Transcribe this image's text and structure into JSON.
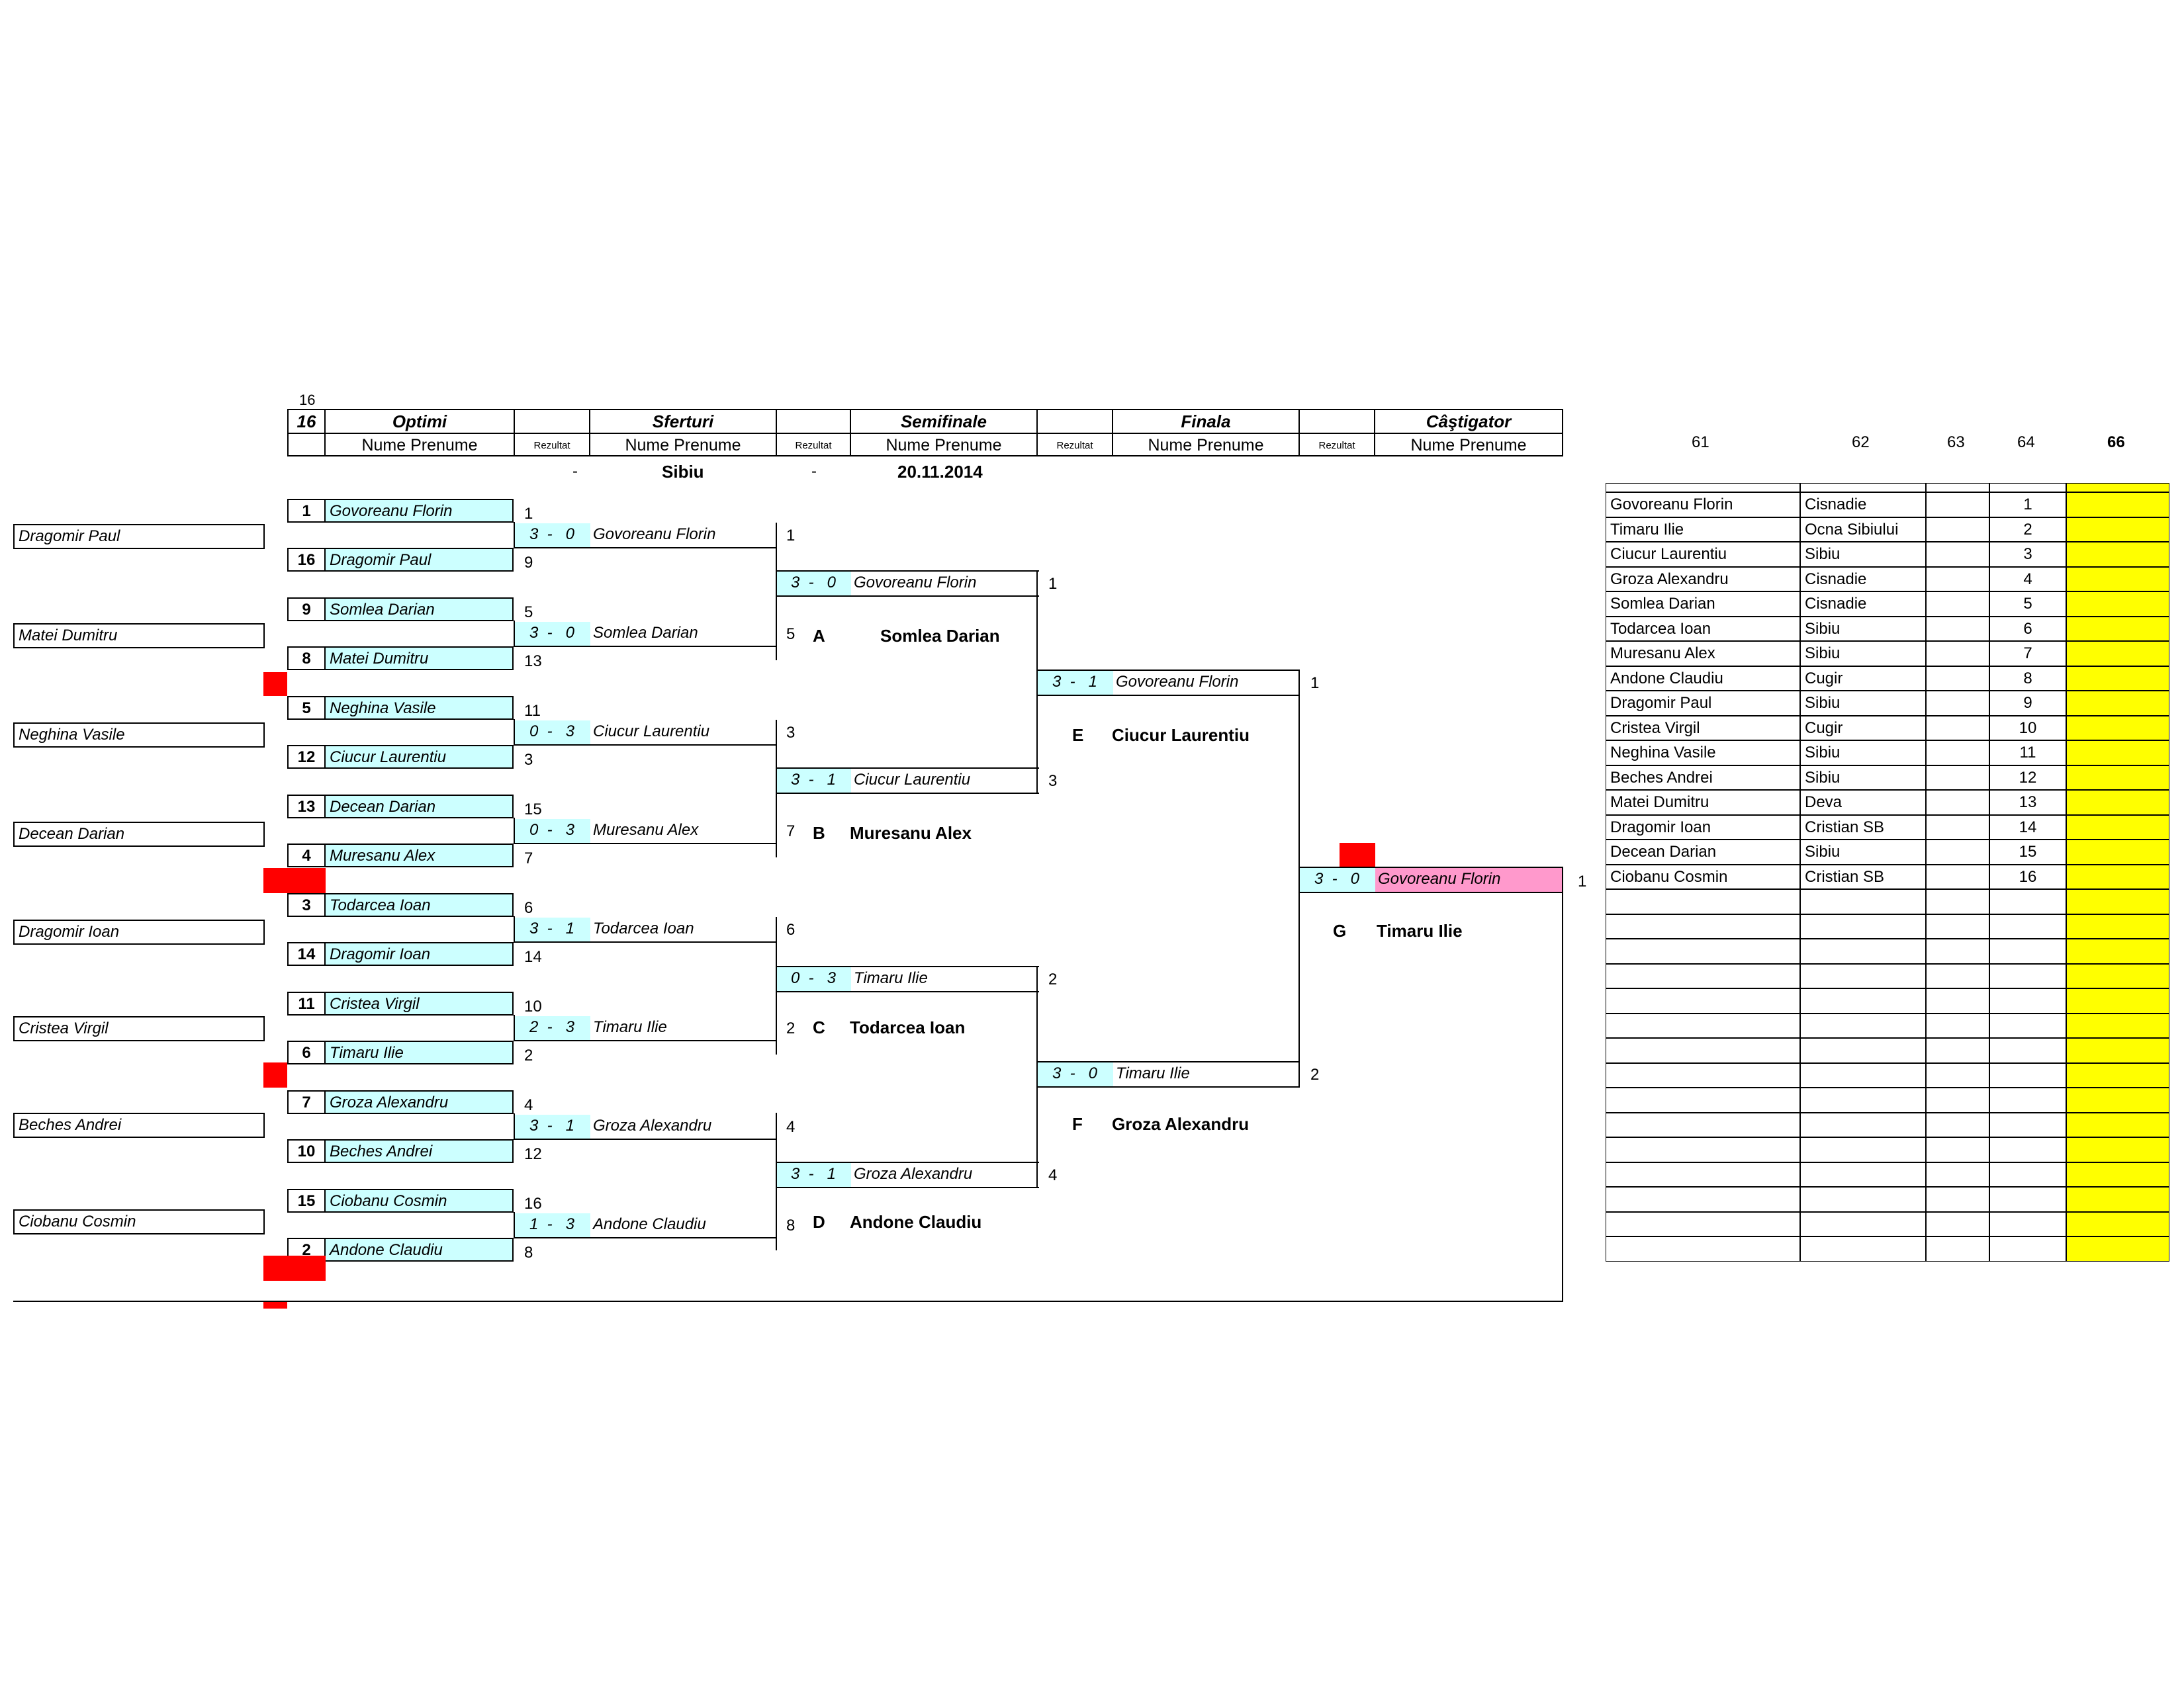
{
  "header": {
    "top_count": "16",
    "col_count": "16",
    "rounds": [
      "Optimi",
      "Sferturi",
      "Semifinale",
      "Finala",
      "Câştigator"
    ],
    "name_label": "Nume Prenume",
    "result_label": "Rezultat",
    "dash1": "-",
    "location": "Sibiu",
    "dash2": "-",
    "date": "20.11.2014"
  },
  "left_names": [
    "Dragomir Paul",
    "Matei Dumitru",
    "Neghina Vasile",
    "Decean Darian",
    "Dragomir Ioan",
    "Cristea Virgil",
    "Beches Andrei",
    "Ciobanu Cosmin"
  ],
  "round1": [
    {
      "seed": "1",
      "name": "Govoreanu Florin",
      "num": "1"
    },
    {
      "seed": "16",
      "name": "Dragomir Paul",
      "num": "9"
    },
    {
      "seed": "9",
      "name": "Somlea Darian",
      "num": "5"
    },
    {
      "seed": "8",
      "name": "Matei Dumitru",
      "num": "13"
    },
    {
      "seed": "5",
      "name": "Neghina Vasile",
      "num": "11"
    },
    {
      "seed": "12",
      "name": "Ciucur Laurentiu",
      "num": "3"
    },
    {
      "seed": "13",
      "name": "Decean Darian",
      "num": "15"
    },
    {
      "seed": "4",
      "name": "Muresanu Alex",
      "num": "7"
    },
    {
      "seed": "3",
      "name": "Todarcea Ioan",
      "num": "6"
    },
    {
      "seed": "14",
      "name": "Dragomir Ioan",
      "num": "14"
    },
    {
      "seed": "11",
      "name": "Cristea Virgil",
      "num": "10"
    },
    {
      "seed": "6",
      "name": "Timaru Ilie",
      "num": "2"
    },
    {
      "seed": "7",
      "name": "Groza Alexandru",
      "num": "4"
    },
    {
      "seed": "10",
      "name": "Beches Andrei",
      "num": "12"
    },
    {
      "seed": "15",
      "name": "Ciobanu Cosmin",
      "num": "16"
    },
    {
      "seed": "2",
      "name": "Andone Claudiu",
      "num": "8"
    }
  ],
  "round2": [
    {
      "s1": "3",
      "s2": "0",
      "name": "Govoreanu Florin",
      "num": "1"
    },
    {
      "s1": "3",
      "s2": "0",
      "name": "Somlea Darian",
      "num": "5"
    },
    {
      "s1": "0",
      "s2": "3",
      "name": "Ciucur Laurentiu",
      "num": "3"
    },
    {
      "s1": "0",
      "s2": "3",
      "name": "Muresanu Alex",
      "num": "7"
    },
    {
      "s1": "3",
      "s2": "1",
      "name": "Todarcea Ioan",
      "num": "6"
    },
    {
      "s1": "2",
      "s2": "3",
      "name": "Timaru Ilie",
      "num": "2"
    },
    {
      "s1": "3",
      "s2": "1",
      "name": "Groza Alexandru",
      "num": "4"
    },
    {
      "s1": "1",
      "s2": "3",
      "name": "Andone Claudiu",
      "num": "8"
    }
  ],
  "round3": [
    {
      "s1": "3",
      "s2": "0",
      "name": "Govoreanu Florin",
      "num": "1"
    },
    {
      "s1": "3",
      "s2": "1",
      "name": "Ciucur Laurentiu",
      "num": "3"
    },
    {
      "s1": "0",
      "s2": "3",
      "name": "Timaru Ilie",
      "num": "2"
    },
    {
      "s1": "3",
      "s2": "1",
      "name": "Groza Alexandru",
      "num": "4"
    }
  ],
  "round4": [
    {
      "s1": "3",
      "s2": "1",
      "name": "Govoreanu Florin",
      "num": "1"
    },
    {
      "s1": "3",
      "s2": "0",
      "name": "Timaru Ilie",
      "num": "2"
    }
  ],
  "final": {
    "s1": "3",
    "s2": "0",
    "name": "Govoreanu Florin",
    "num": "1"
  },
  "losers": [
    {
      "letter": "A",
      "name": "Somlea Darian"
    },
    {
      "letter": "B",
      "name": "Muresanu Alex"
    },
    {
      "letter": "C",
      "name": "Todarcea Ioan"
    },
    {
      "letter": "D",
      "name": "Andone Claudiu"
    },
    {
      "letter": "E",
      "name": "Ciucur Laurentiu"
    },
    {
      "letter": "F",
      "name": "Groza Alexandru"
    },
    {
      "letter": "G",
      "name": "Timaru Ilie"
    }
  ],
  "roster_headers": [
    "61",
    "62",
    "63",
    "64",
    "66"
  ],
  "roster": [
    {
      "name": "Govoreanu Florin",
      "city": "Cisnadie",
      "nr": "1"
    },
    {
      "name": "Timaru Ilie",
      "city": "Ocna Sibiului",
      "nr": "2"
    },
    {
      "name": "Ciucur Laurentiu",
      "city": "Sibiu",
      "nr": "3"
    },
    {
      "name": "Groza Alexandru",
      "city": "Cisnadie",
      "nr": "4"
    },
    {
      "name": "Somlea Darian",
      "city": "Cisnadie",
      "nr": "5"
    },
    {
      "name": "Todarcea Ioan",
      "city": "Sibiu",
      "nr": "6"
    },
    {
      "name": "Muresanu Alex",
      "city": "Sibiu",
      "nr": "7"
    },
    {
      "name": "Andone Claudiu",
      "city": "Cugir",
      "nr": "8"
    },
    {
      "name": "Dragomir Paul",
      "city": "Sibiu",
      "nr": "9"
    },
    {
      "name": "Cristea Virgil",
      "city": "Cugir",
      "nr": "10"
    },
    {
      "name": "Neghina Vasile",
      "city": "Sibiu",
      "nr": "11"
    },
    {
      "name": "Beches Andrei",
      "city": "Sibiu",
      "nr": "12"
    },
    {
      "name": "Matei Dumitru",
      "city": "Deva",
      "nr": "13"
    },
    {
      "name": "Dragomir Ioan",
      "city": "Cristian SB",
      "nr": "14"
    },
    {
      "name": "Decean Darian",
      "city": "Sibiu",
      "nr": "15"
    },
    {
      "name": "Ciobanu Cosmin",
      "city": "Cristian SB",
      "nr": "16"
    }
  ],
  "colors": {
    "cyan": "#ccffff",
    "pink": "#ff99cc",
    "yellow": "#ffff00",
    "red": "#ff0000"
  }
}
